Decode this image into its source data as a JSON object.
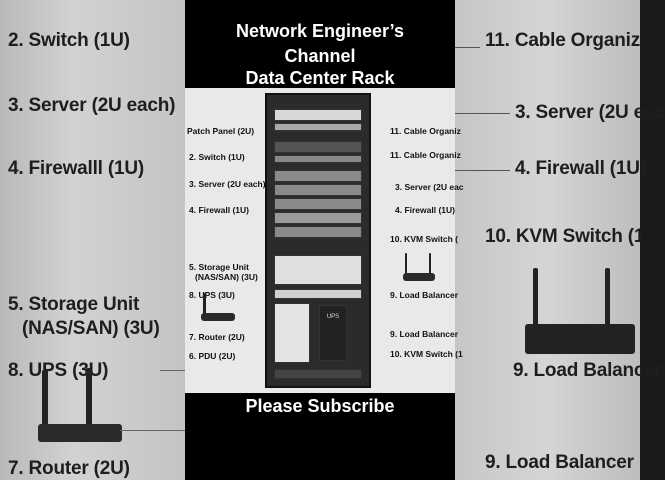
{
  "header": {
    "line1": "Network Engineer’s",
    "line2": "Channel",
    "line3": "Data Center Rack"
  },
  "footer": {
    "subscribe": "Please Subscribe"
  },
  "left_bg_labels": [
    "2. Switch (1U)",
    "3. Server (2U each)",
    "4. Firewalll (1U)",
    "5. Storage Unit",
    "(NAS/SAN) (3U)",
    "8.    UPS (3U)",
    "7. Router (2U)"
  ],
  "right_bg_labels": [
    "11. Cable Organiz",
    "3. Server (2U eac",
    "4. Firewall (1U)",
    "10. KVM Switch (1",
    "9. Load Balancer",
    "9. Load Balancer"
  ],
  "panel_left_labels": [
    "Patch Panel (2U)",
    "2. Switch (1U)",
    "3. Server (2U each)",
    "4. Firewall (1U)",
    "5. Storage Unit",
    "(NAS/SAN) (3U)",
    "8.    UPS (3U)",
    "7. Router (2U)",
    "6. PDU (2U)"
  ],
  "panel_right_labels": [
    "11. Cable Organiz",
    "11. Cable Organiz",
    "3. Server (2U eac",
    "4. Firewall (1U)",
    "10. KVM Switch (",
    "9. Load Balancer",
    "9. Load Balancer",
    "10. KVM Switch (1"
  ],
  "ups_label": "UPS"
}
